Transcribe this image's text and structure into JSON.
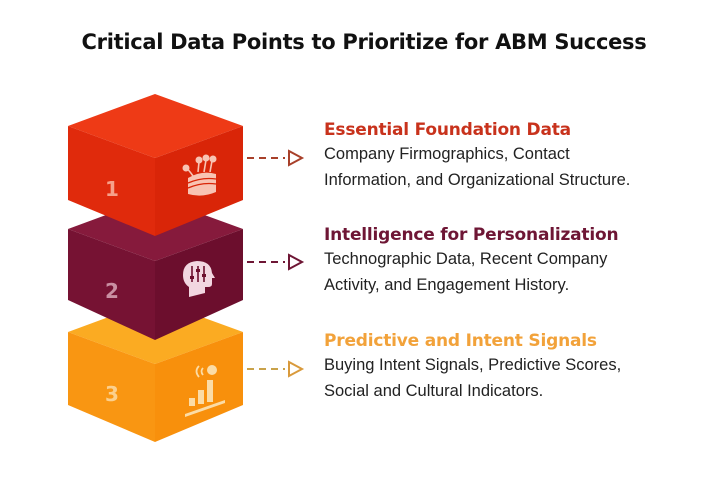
{
  "title": "Critical Data Points to Prioritize for ABM Success",
  "items": [
    {
      "number": "1",
      "heading": "Essential Foundation Data",
      "line1": "Company Firmographics, Contact",
      "line2": "Information, and Organizational Structure.",
      "icon": "database-network-icon",
      "color": "#e52f12"
    },
    {
      "number": "2",
      "heading": "Intelligence for Personalization",
      "line1": "Technographic Data, Recent Company",
      "line2": "Activity, and Engagement History.",
      "icon": "head-sliders-icon",
      "color": "#7a1234"
    },
    {
      "number": "3",
      "heading": "Predictive and Intent Signals",
      "line1": "Buying Intent Signals, Predictive Scores,",
      "line2": "Social and Cultural Indicators.",
      "icon": "bar-chart-signal-icon",
      "color": "#f8960f"
    }
  ]
}
